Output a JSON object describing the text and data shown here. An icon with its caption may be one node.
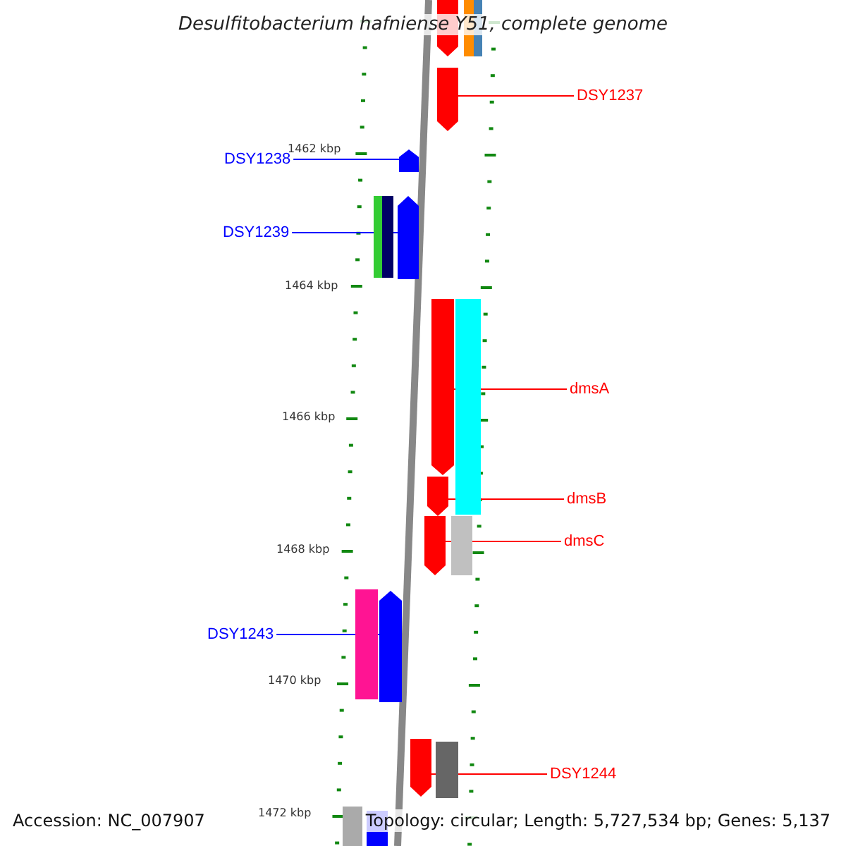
{
  "diagram": {
    "title": "Desulfitobacterium hafniense Y51, complete genome",
    "nodes": [
      {
        "text": [
          "DSY1237"
        ]
      },
      {
        "text": [],
        "shape": "arrow"
      },
      {
        "text": [
          "DSY1238"
        ]
      },
      {
        "text": [],
        "shape": "arrow"
      },
      {
        "text": [
          "DSY1239"
        ]
      },
      {
        "text": [],
        "shape": "arrow"
      },
      {
        "text": [
          "dmsA"
        ]
      },
      {
        "text": [],
        "shape": "arrow"
      },
      {
        "text": [
          "dmsB"
        ]
      },
      {
        "text": [],
        "shape": "arrow"
      },
      {
        "text": [
          "dmsC"
        ]
      },
      {
        "text": [],
        "shape": "arrow"
      },
      {
        "text": [
          "DSY1243"
        ]
      },
      {
        "text": [],
        "shape": "arrow"
      },
      {
        "text": [
          "DSY1244"
        ]
      },
      {
        "text": [],
        "shape": "arrow"
      },
      {
        "text": [],
        "shape": "arrow"
      },
      {
        "text": [],
        "shape": "box"
      },
      {
        "text": [],
        "shape": "box"
      },
      {
        "text": [],
        "shape": "box"
      },
      {
        "text": [],
        "shape": "box"
      },
      {
        "text": [],
        "shape": "box"
      },
      {
        "text": [],
        "shape": "box"
      },
      {
        "text": [],
        "shape": "box"
      },
      {
        "text": [],
        "shape": "box"
      },
      {
        "text": [],
        "shape": "box"
      },
      {
        "text": [],
        "shape": "box"
      }
    ],
    "edges": [
      {
        "from": 0,
        "to": 1,
        "arrow": "none",
        "color": "#ff0000"
      },
      {
        "from": 2,
        "to": 3,
        "arrow": "none",
        "color": "#0000ff"
      },
      {
        "from": 4,
        "to": 5,
        "arrow": "none",
        "color": "#0000ff"
      },
      {
        "from": 6,
        "to": 7,
        "arrow": "none",
        "color": "#ff0000"
      },
      {
        "from": 8,
        "to": 9,
        "arrow": "none",
        "color": "#ff0000"
      },
      {
        "from": 10,
        "to": 11,
        "arrow": "none",
        "color": "#ff0000"
      },
      {
        "from": 12,
        "to": 13,
        "arrow": "none",
        "color": "#0000ff"
      },
      {
        "from": 14,
        "to": 15,
        "arrow": "none",
        "color": "#ff0000"
      }
    ],
    "labels": [
      "1462 kbp",
      "1464 kbp",
      "1466 kbp",
      "1468 kbp",
      "1470 kbp",
      "1472 kbp",
      "Accession: NC_007907",
      "Topology: circular; Length: 5,727,534 bp; Genes: 5,137"
    ]
  }
}
